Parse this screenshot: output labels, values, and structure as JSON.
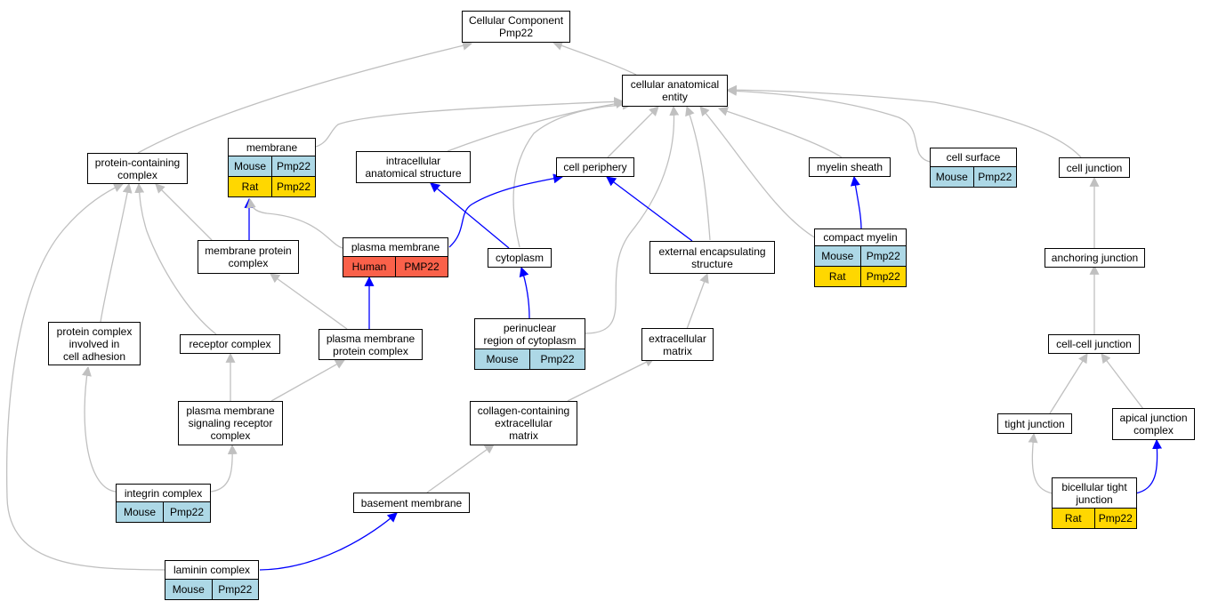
{
  "colors": {
    "mouse": "#add8e6",
    "rat": "#ffd700",
    "human": "#fa614a",
    "is_a_edge": "#c0c0c0",
    "part_of_edge": "#0000ff"
  },
  "nodes": {
    "root": {
      "title": "Cellular Component\nPmp22"
    },
    "cae": {
      "title": "cellular anatomical\nentity"
    },
    "pcc": {
      "title": "protein-containing\ncomplex"
    },
    "membrane": {
      "title": "membrane",
      "rows": [
        [
          "Mouse",
          "Pmp22"
        ],
        [
          "Rat",
          "Pmp22"
        ]
      ],
      "row_colors": [
        "mouse",
        "rat"
      ]
    },
    "ias": {
      "title": "intracellular\nanatomical structure"
    },
    "cp": {
      "title": "cell periphery"
    },
    "ms": {
      "title": "myelin sheath"
    },
    "cs": {
      "title": "cell surface",
      "rows": [
        [
          "Mouse",
          "Pmp22"
        ]
      ],
      "row_colors": [
        "mouse"
      ]
    },
    "cj": {
      "title": "cell junction"
    },
    "mpc": {
      "title": "membrane protein\ncomplex"
    },
    "pm": {
      "title": "plasma membrane",
      "rows": [
        [
          "Human",
          "PMP22"
        ]
      ],
      "row_colors": [
        "human"
      ]
    },
    "cyto": {
      "title": "cytoplasm"
    },
    "ees": {
      "title": "external encapsulating\nstructure"
    },
    "cm": {
      "title": "compact myelin",
      "rows": [
        [
          "Mouse",
          "Pmp22"
        ],
        [
          "Rat",
          "Pmp22"
        ]
      ],
      "row_colors": [
        "mouse",
        "rat"
      ]
    },
    "aj": {
      "title": "anchoring junction"
    },
    "pcica": {
      "title": "protein complex\ninvolved in\ncell adhesion"
    },
    "rc": {
      "title": "receptor complex"
    },
    "pmpc": {
      "title": "plasma membrane\nprotein complex"
    },
    "prc": {
      "title": "perinuclear\nregion of cytoplasm",
      "rows": [
        [
          "Mouse",
          "Pmp22"
        ]
      ],
      "row_colors": [
        "mouse"
      ]
    },
    "em": {
      "title": "extracellular\nmatrix"
    },
    "ccj": {
      "title": "cell-cell junction"
    },
    "pmsrc": {
      "title": "plasma membrane\nsignaling receptor\ncomplex"
    },
    "ccem": {
      "title": "collagen-containing\nextracellular\nmatrix"
    },
    "tj": {
      "title": "tight junction"
    },
    "ajc": {
      "title": "apical junction\ncomplex"
    },
    "ic": {
      "title": "integrin complex",
      "rows": [
        [
          "Mouse",
          "Pmp22"
        ]
      ],
      "row_colors": [
        "mouse"
      ]
    },
    "bm": {
      "title": "basement membrane"
    },
    "btj": {
      "title": "bicellular tight\njunction",
      "rows": [
        [
          "Rat",
          "Pmp22"
        ]
      ],
      "row_colors": [
        "rat"
      ]
    },
    "lc": {
      "title": "laminin complex",
      "rows": [
        [
          "Mouse",
          "Pmp22"
        ]
      ],
      "row_colors": [
        "mouse"
      ]
    }
  }
}
